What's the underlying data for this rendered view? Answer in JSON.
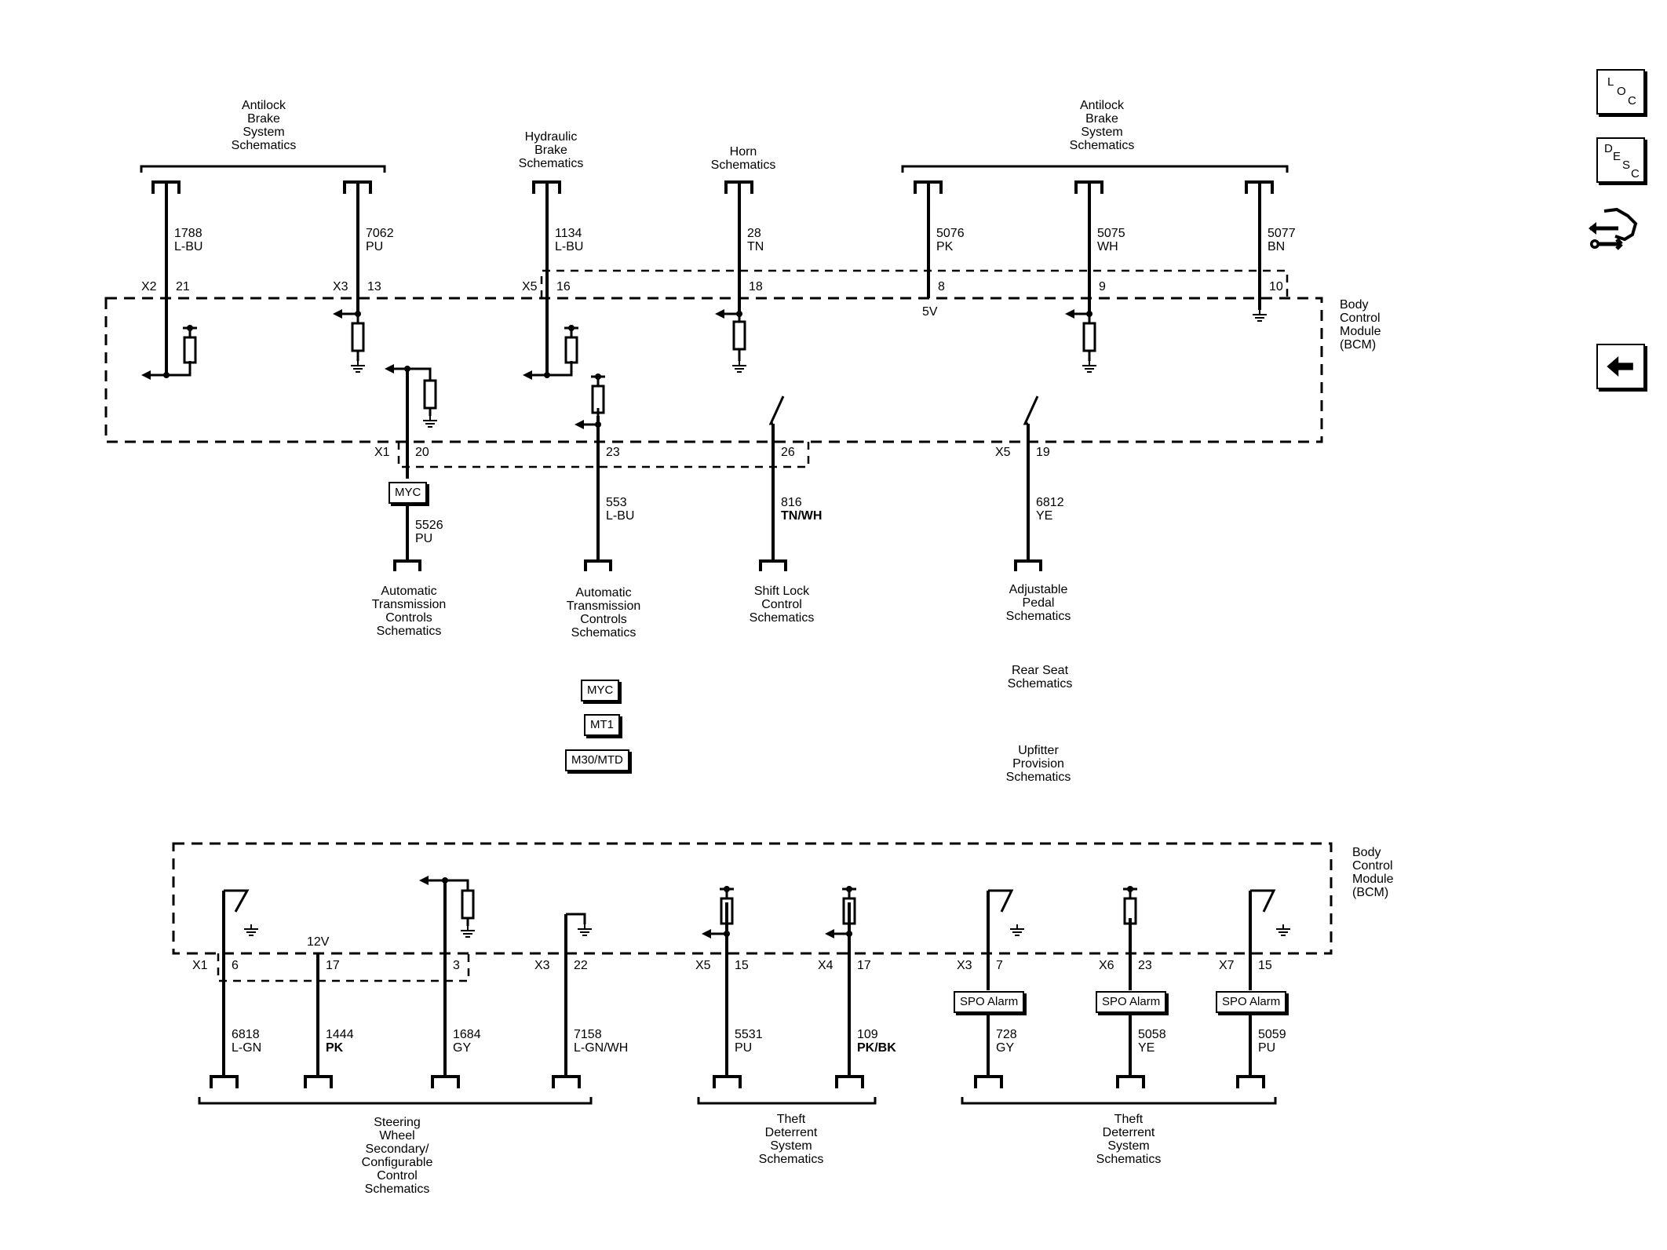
{
  "nav": {
    "loc": [
      "L",
      "O",
      "C"
    ],
    "desc": [
      "D",
      "E",
      "S",
      "C"
    ]
  },
  "bcm_label": "Body\nControl\nModule\n(BCM)",
  "top": {
    "destinations": {
      "abs_left": "Antilock\nBrake\nSystem\nSchematics",
      "hydraulic": "Hydraulic\nBrake\nSchematics",
      "horn": "Horn\nSchematics",
      "abs_right": "Antilock\nBrake\nSystem\nSchematics"
    },
    "wires": [
      {
        "circuit": "1788",
        "color": "L-BU",
        "connector": "X2",
        "pin": "21"
      },
      {
        "circuit": "7062",
        "color": "PU",
        "connector": "X3",
        "pin": "13"
      },
      {
        "circuit": "1134",
        "color": "L-BU",
        "connector": "X5",
        "pin": "16"
      },
      {
        "circuit": "28",
        "color": "TN",
        "connector": "",
        "pin": "18"
      },
      {
        "circuit": "5076",
        "color": "PK",
        "connector": "",
        "pin": "8",
        "note": "5V"
      },
      {
        "circuit": "5075",
        "color": "WH",
        "connector": "",
        "pin": "9"
      },
      {
        "circuit": "5077",
        "color": "BN",
        "connector": "",
        "pin": "10"
      }
    ],
    "lower_wires": [
      {
        "circuit": "5526",
        "color": "PU",
        "connector": "X1",
        "pin": "20",
        "option": "MYC",
        "dest": "Automatic\nTransmission\nControls\nSchematics"
      },
      {
        "circuit": "553",
        "color": "L-BU",
        "connector": "",
        "pin": "23",
        "dest": "Automatic\nTransmission\nControls\nSchematics"
      },
      {
        "circuit": "816",
        "color": "TN/WH",
        "connector": "",
        "pin": "26",
        "dest": "Shift Lock\nControl\nSchematics"
      },
      {
        "circuit": "6812",
        "color": "YE",
        "connector": "X5",
        "pin": "19",
        "dest": "Adjustable\nPedal\nSchematics"
      }
    ],
    "option_codes": [
      "MYC",
      "MT1",
      "M30/MTD"
    ],
    "rear_seat": "Rear Seat\nSchematics",
    "upfitter": "Upfitter\nProvision\nSchematics"
  },
  "bottom": {
    "wires": [
      {
        "circuit": "6818",
        "color": "L-GN",
        "connector": "X1",
        "pin": "6"
      },
      {
        "circuit": "1444",
        "color": "PK",
        "connector": "",
        "pin": "17",
        "note": "12V"
      },
      {
        "circuit": "1684",
        "color": "GY",
        "connector": "",
        "pin": "3"
      },
      {
        "circuit": "7158",
        "color": "L-GN/WH",
        "connector": "X3",
        "pin": "22"
      },
      {
        "circuit": "5531",
        "color": "PU",
        "connector": "X5",
        "pin": "15"
      },
      {
        "circuit": "109",
        "color": "PK/BK",
        "connector": "X4",
        "pin": "17"
      },
      {
        "circuit": "728",
        "color": "GY",
        "connector": "X3",
        "pin": "7",
        "option": "SPO Alarm"
      },
      {
        "circuit": "5058",
        "color": "YE",
        "connector": "X6",
        "pin": "23",
        "option": "SPO Alarm"
      },
      {
        "circuit": "5059",
        "color": "PU",
        "connector": "X7",
        "pin": "15",
        "option": "SPO Alarm"
      }
    ],
    "destinations": {
      "steering": "Steering\nWheel\nSecondary/\nConfigurable\nControl\nSchematics",
      "theft_left": "Theft\nDeterrent\nSystem\nSchematics",
      "theft_right": "Theft\nDeterrent\nSystem\nSchematics"
    }
  }
}
